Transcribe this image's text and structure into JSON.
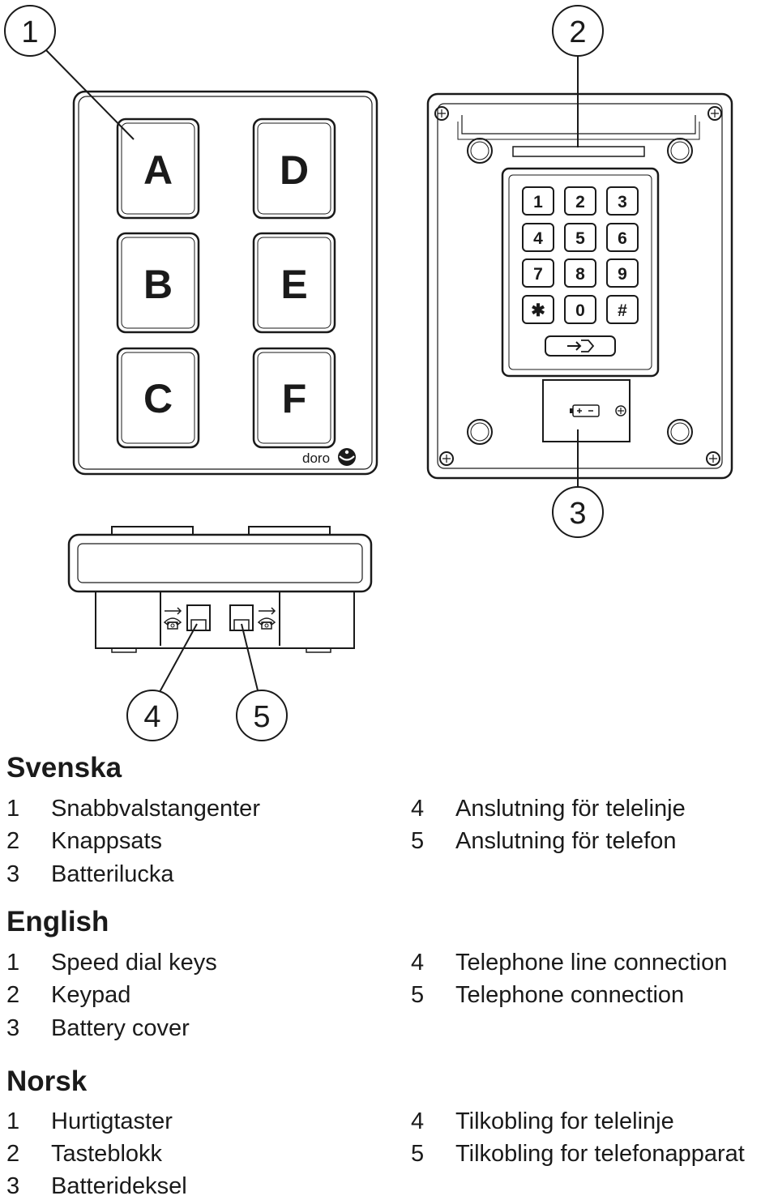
{
  "figure": {
    "callouts": [
      "1",
      "2",
      "3",
      "4",
      "5"
    ],
    "speed_dial_keys": [
      "A",
      "D",
      "B",
      "E",
      "C",
      "F"
    ],
    "keypad_keys": [
      "1",
      "2",
      "3",
      "4",
      "5",
      "6",
      "7",
      "8",
      "9",
      "✱",
      "0",
      "#"
    ],
    "battery_symbol": "+ −",
    "logo": "doro",
    "icons": [
      "telephone-line-icon",
      "telephone-icon",
      "enter-key-icon",
      "battery-icon",
      "screw-icon"
    ]
  },
  "legend": [
    {
      "language": "Svenska",
      "items": [
        {
          "num": "1",
          "text": "Snabbvalstangenter"
        },
        {
          "num": "2",
          "text": "Knappsats"
        },
        {
          "num": "3",
          "text": "Batterilucka"
        },
        {
          "num": "4",
          "text": "Anslutning för telelinje"
        },
        {
          "num": "5",
          "text": "Anslutning för telefon"
        }
      ]
    },
    {
      "language": "English",
      "items": [
        {
          "num": "1",
          "text": "Speed dial keys"
        },
        {
          "num": "2",
          "text": "Keypad"
        },
        {
          "num": "3",
          "text": "Battery cover"
        },
        {
          "num": "4",
          "text": "Telephone line connection"
        },
        {
          "num": "5",
          "text": "Telephone connection"
        }
      ]
    },
    {
      "language": "Norsk",
      "items": [
        {
          "num": "1",
          "text": "Hurtigtaster"
        },
        {
          "num": "2",
          "text": "Tasteblokk"
        },
        {
          "num": "3",
          "text": "Batterideksel"
        },
        {
          "num": "4",
          "text": "Tilkobling for telelinje"
        },
        {
          "num": "5",
          "text": "Tilkobling for telefonapparat"
        }
      ]
    }
  ]
}
